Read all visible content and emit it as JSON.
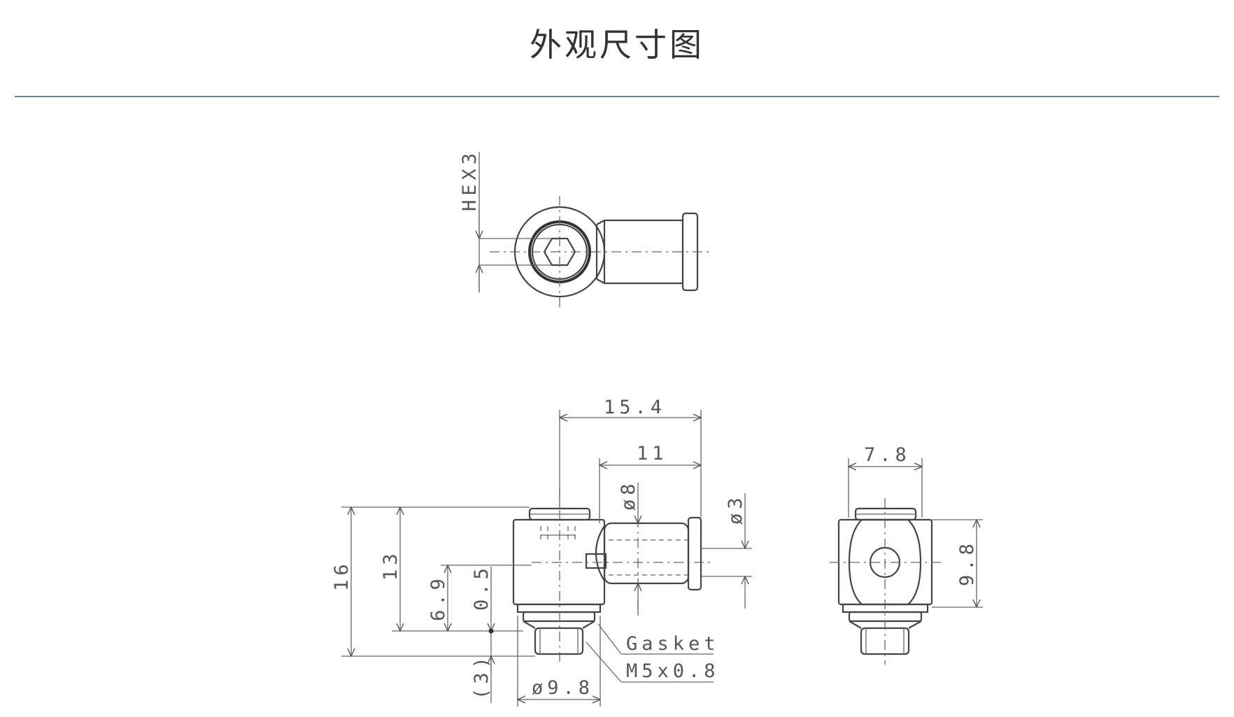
{
  "header": {
    "title": "外观尺寸图"
  },
  "top_view": {
    "hex_label": "HEX3"
  },
  "front_view": {
    "overall_length": "15.4",
    "body_to_end": "11",
    "tube_diameter": "ø8",
    "bore_diameter": "ø3",
    "total_height": "16",
    "body_height": "13",
    "center_height": "6.9",
    "offset": "0.5",
    "thread_length": "(3)",
    "base_diameter": "ø9.8",
    "gasket_label": "Gasket",
    "thread_label": "M5x0.8"
  },
  "side_view": {
    "body_width": "7.8",
    "body_height": "9.8"
  },
  "colors": {
    "line": "#444444",
    "text": "#555555",
    "rule": "#6f8093"
  }
}
